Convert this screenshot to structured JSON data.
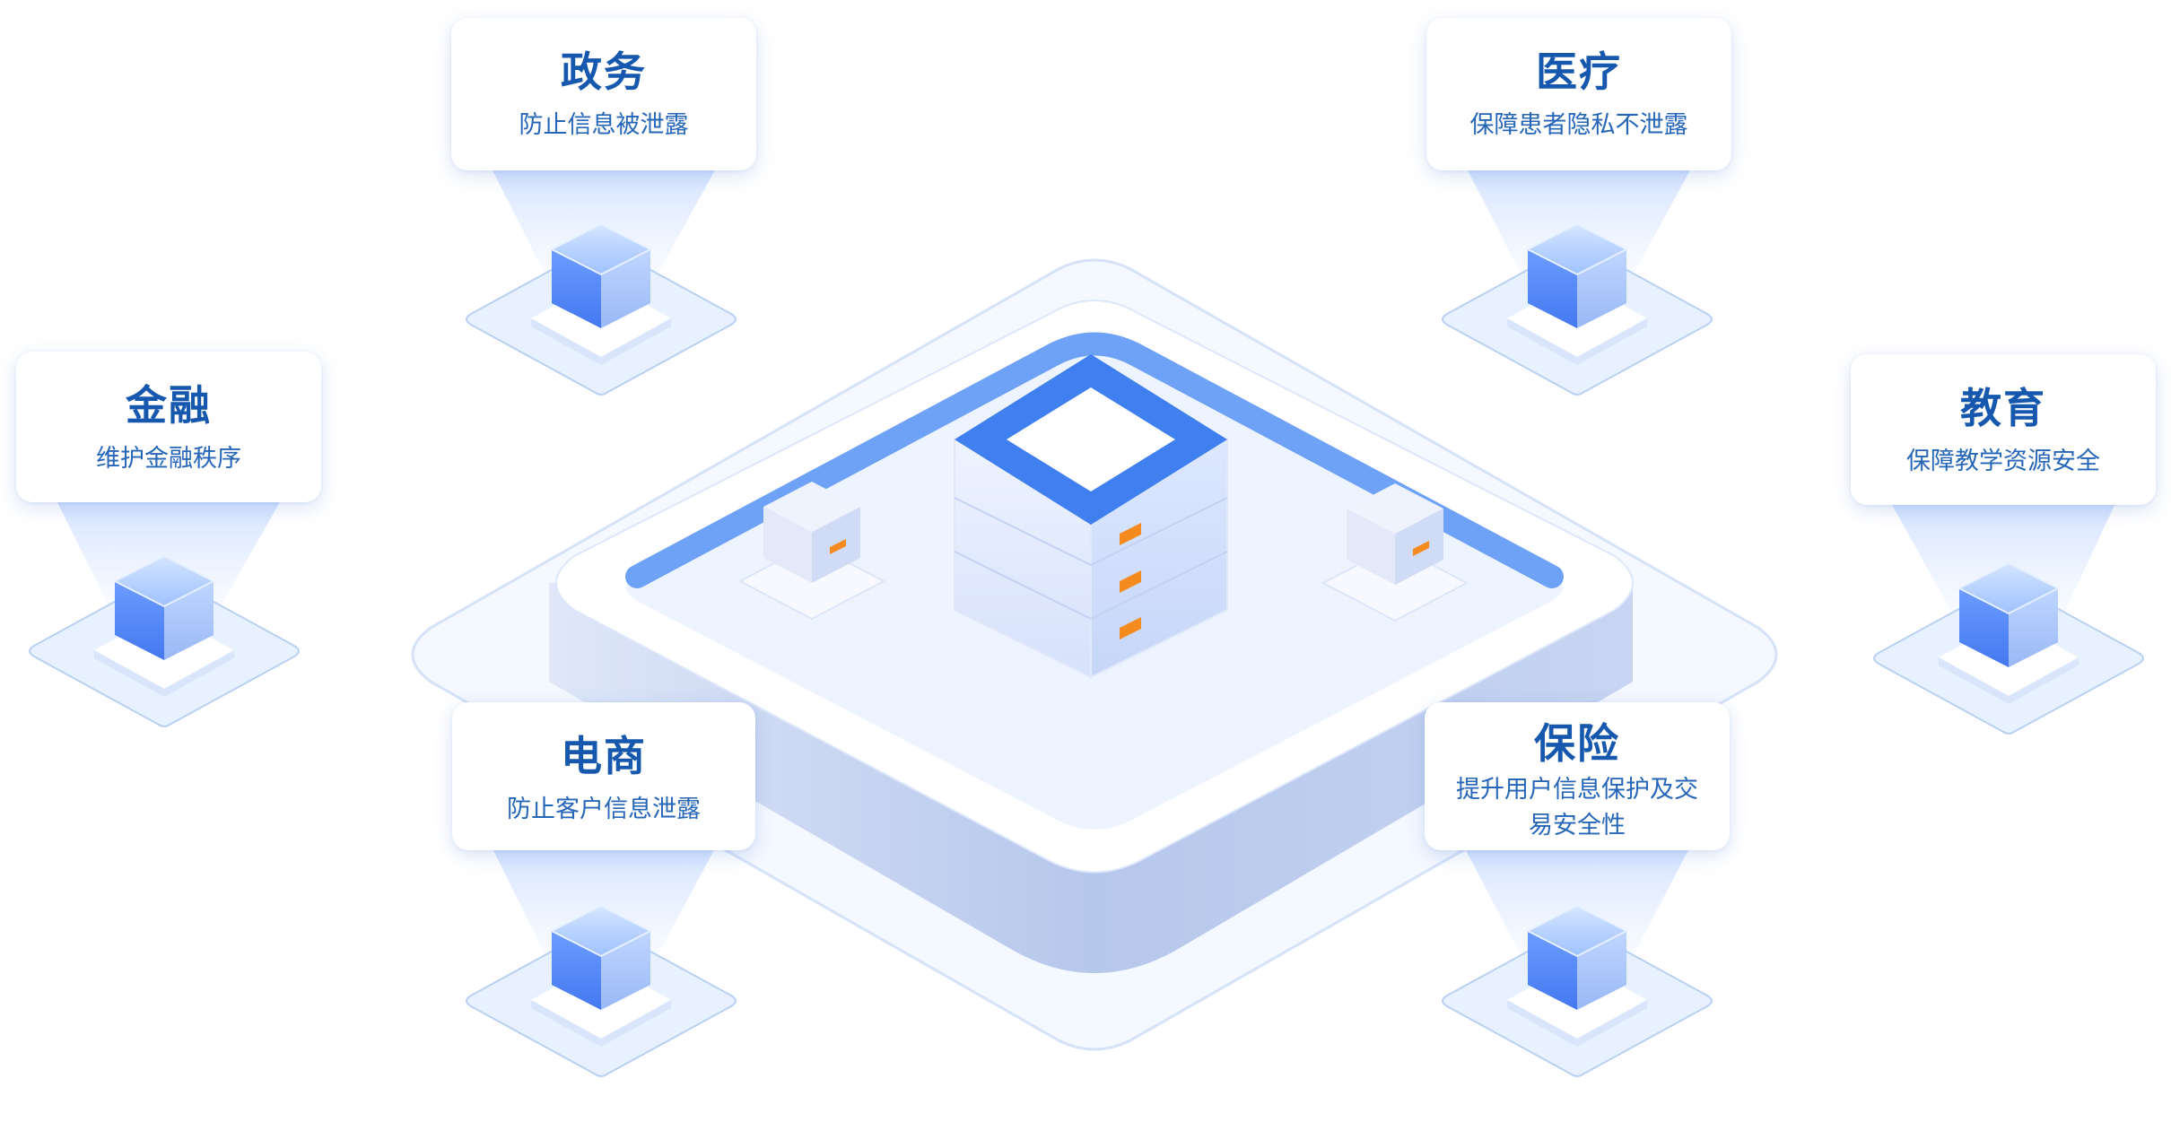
{
  "nodes": [
    {
      "id": "government",
      "title": "政务",
      "desc": "防止信息被泄露"
    },
    {
      "id": "medical",
      "title": "医疗",
      "desc": "保障患者隐私不泄露"
    },
    {
      "id": "finance",
      "title": "金融",
      "desc": "维护金融秩序"
    },
    {
      "id": "education",
      "title": "教育",
      "desc": "保障教学资源安全"
    },
    {
      "id": "ecommerce",
      "title": "电商",
      "desc": "防止客户信息泄露"
    },
    {
      "id": "insurance",
      "title": "保险",
      "desc": "提升用户信息保护及交易安全性"
    }
  ],
  "colors": {
    "accent": "#3f7ff0",
    "title_text": "#1658ad",
    "desc_text": "#2666b8",
    "light_blue": "#e8f1ff",
    "orange_led": "#f58a1f"
  }
}
